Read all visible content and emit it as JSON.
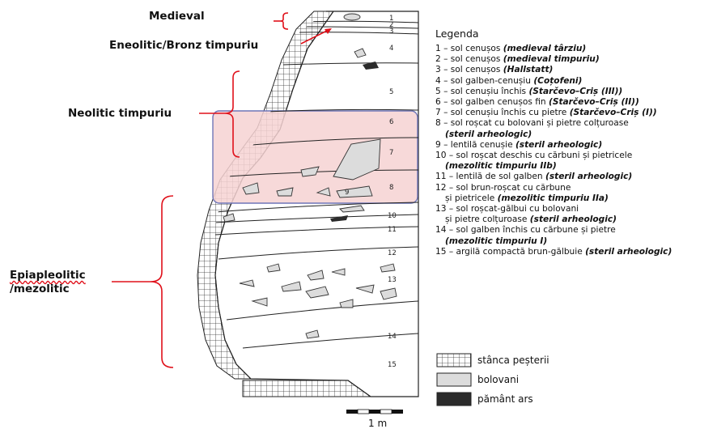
{
  "periods": {
    "medieval": "Medieval",
    "eneolitic": "Eneolitic/Bronz timpuriu",
    "neolitic": "Neolitic timpuriu",
    "epipaleolitic_line1": "Epiapleolitic",
    "epipaleolitic_line2": "/mezolitic"
  },
  "layer_numbers": [
    "1",
    "2",
    "3",
    "4",
    "5",
    "6",
    "7",
    "8",
    "9",
    "10",
    "11",
    "12",
    "13",
    "14",
    "15"
  ],
  "legend": {
    "title": "Legenda",
    "items": [
      {
        "prefix": "1 – sol cenușos ",
        "emph": "(medieval târziu)",
        "cont": ""
      },
      {
        "prefix": "2 – sol cenușos ",
        "emph": "(medieval timpuriu)",
        "cont": ""
      },
      {
        "prefix": "3 – sol cenușos ",
        "emph": "(Hallstatt)",
        "cont": ""
      },
      {
        "prefix": "4 – sol galben-cenușiu ",
        "emph": "(Coțofeni)",
        "cont": ""
      },
      {
        "prefix": "5 – sol cenușiu închis ",
        "emph": "(Starčevo–Criș (III))",
        "cont": ""
      },
      {
        "prefix": "6 – sol galben cenușos fin ",
        "emph": "(Starčevo–Criș (II))",
        "cont": ""
      },
      {
        "prefix": "7 – sol cenușiu închis cu pietre ",
        "emph": "(Starčevo–Criș (I))",
        "cont": ""
      },
      {
        "prefix": "8 – sol roșcat cu bolovani și pietre colțuroase",
        "emph": "",
        "cont": "(steril arheologic)"
      },
      {
        "prefix": "9 – lentilă cenușie ",
        "emph": "(steril arheologic)",
        "cont": ""
      },
      {
        "prefix": "10 – sol roșcat deschis cu cărbuni și pietricele",
        "emph": "",
        "cont": "(mezolitic timpuriu IIb)"
      },
      {
        "prefix": "11 – lentilă de sol galben ",
        "emph": "(steril arheologic)",
        "cont": ""
      },
      {
        "prefix": "12 – sol brun-roșcat cu cărbune",
        "emph": "",
        "cont_prefix": "și pietricele ",
        "cont": "(mezolitic timpuriu IIa)"
      },
      {
        "prefix": "13 – sol roșcat-gălbui cu bolovani",
        "emph": "",
        "cont_prefix": "și pietre colțuroase ",
        "cont": "(steril arheologic)"
      },
      {
        "prefix": "14 – sol galben închis cu cărbune și pietre",
        "emph": "",
        "cont": "(mezolitic timpuriu I)"
      },
      {
        "prefix": "15 – argilă compactă brun-gălbuie ",
        "emph": "(steril arheologic)",
        "cont": ""
      }
    ]
  },
  "symbols": {
    "rock": "stânca peșterii",
    "boulders": "bolovani",
    "burnt": "pământ ars"
  },
  "scale": "1 m",
  "colors": {
    "highlight_fill": "#f6d2d2",
    "highlight_border": "#6f76b8",
    "bracket": "#e0101a",
    "boulder": "#dcdcdc",
    "burnt": "#2b2b2b"
  }
}
